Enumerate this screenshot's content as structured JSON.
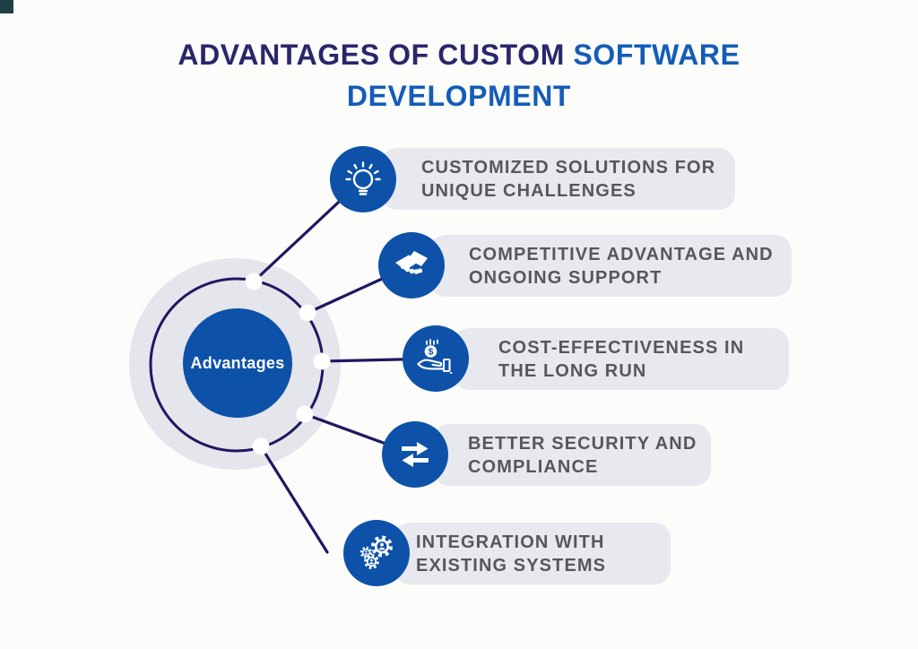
{
  "title": {
    "part1": "ADVANTAGES OF CUSTOM",
    "part2": "SOFTWARE",
    "line2": "DEVELOPMENT"
  },
  "hub": {
    "label": "Advantages"
  },
  "items": [
    {
      "icon": "lightbulb-icon",
      "line1": "CUSTOMIZED SOLUTIONS FOR",
      "line2": "UNIQUE CHALLENGES"
    },
    {
      "icon": "handshake-icon",
      "line1": "COMPETITIVE ADVANTAGE AND",
      "line2": "ONGOING SUPPORT"
    },
    {
      "icon": "hand-coin-icon",
      "line1": "COST-EFFECTIVENESS IN",
      "line2": "THE LONG RUN"
    },
    {
      "icon": "transfer-arrows-icon",
      "line1": "BETTER SECURITY AND",
      "line2": "COMPLIANCE"
    },
    {
      "icon": "gears-icon",
      "line1": "INTEGRATION WITH",
      "line2": "EXISTING SYSTEMS"
    }
  ],
  "icons": {
    "dollar_glyph": "$"
  },
  "colors": {
    "title_navy": "#29276b",
    "title_blue": "#155cb8",
    "icon_blue": "#0d52a8",
    "connector_navy": "#1e1862",
    "outer_disc_gray": "#e5e5ec",
    "pill_gray": "#e8e8ef",
    "text_gray": "#57575b",
    "corner_accent": "#1d3f48",
    "background": "#fcfcfa"
  }
}
